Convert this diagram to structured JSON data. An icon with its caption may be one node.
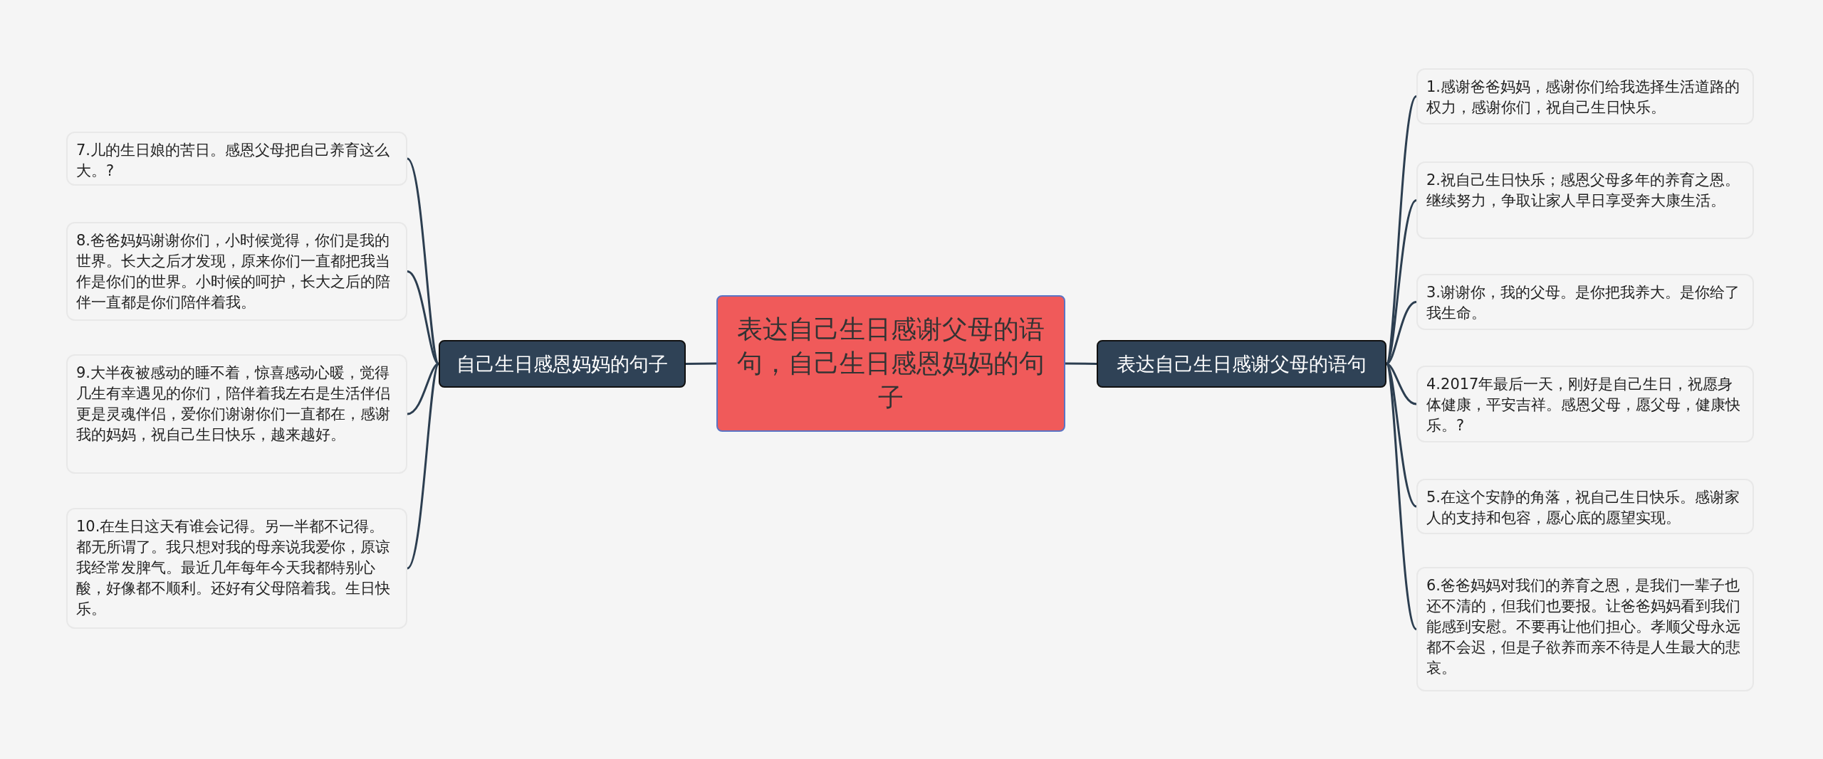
{
  "diagram": {
    "nodes": [
      {
        "text": [
          "表达自己生日感谢父母的语句，自己生日感恩妈妈的句子"
        ]
      },
      {
        "text": [
          "表达自己生日感谢父母的语句"
        ]
      },
      {
        "text": [
          "1.感谢爸爸妈妈，感谢你们给我选择生活道路的权力，感谢你们，祝自己生日快乐。"
        ]
      },
      {
        "text": [
          "2.祝自己生日快乐；感恩父母多年的养育之恩。继续努力，争取让家人早日享受奔大康生活。"
        ]
      },
      {
        "text": [
          "3.谢谢你，我的父母。是你把我养大。是你给了我生命。"
        ]
      },
      {
        "text": [
          "4.2017年最后一天，刚好是自己生日，祝愿身体健康，平安吉祥。感恩父母，愿父母，健康快乐。?"
        ]
      },
      {
        "text": [
          "5.在这个安静的角落，祝自己生日快乐。感谢家人的支持和包容，愿心底的愿望实现。"
        ]
      },
      {
        "text": [
          "6.爸爸妈妈对我们的养育之恩，是我们一辈子也还不清的，但我们也要报。让爸爸妈妈看到我们能感到安慰。不要再让他们担心。孝顺父母永远都不会迟，但是子欲养而亲不待是人生最大的悲哀。"
        ]
      },
      {
        "text": [
          "自己生日感恩妈妈的句子"
        ]
      },
      {
        "text": [
          "7.儿的生日娘的苦日。感恩父母把自己养育这么大。?"
        ]
      },
      {
        "text": [
          "8.爸爸妈妈谢谢你们，小时候觉得，你们是我的世界。长大之后才发现，原来你们一直都把我当作是你们的世界。小时候的呵护，长大之后的陪伴一直都是你们陪伴着我。"
        ]
      },
      {
        "text": [
          "9.大半夜被感动的睡不着，惊喜感动心暖，觉得几生有幸遇见的你们，陪伴着我左右是生活伴侣更是灵魂伴侣，爱你们谢谢你们一直都在，感谢我的妈妈，祝自己生日快乐，越来越好。"
        ]
      },
      {
        "text": [
          "10.在生日这天有谁会记得。另一半都不记得。都无所谓了。我只想对我的母亲说我爱你，原谅我经常发脾气。最近几年每年今天我都特别心酸，好像都不顺利。还好有父母陪着我。生日快乐。"
        ]
      }
    ],
    "edges": [
      {
        "from": 0,
        "to": 1,
        "arrow": "none"
      },
      {
        "from": 1,
        "to": 2,
        "arrow": "none"
      },
      {
        "from": 1,
        "to": 3,
        "arrow": "none"
      },
      {
        "from": 1,
        "to": 4,
        "arrow": "none"
      },
      {
        "from": 1,
        "to": 5,
        "arrow": "none"
      },
      {
        "from": 1,
        "to": 6,
        "arrow": "none"
      },
      {
        "from": 1,
        "to": 7,
        "arrow": "none"
      },
      {
        "from": 0,
        "to": 8,
        "arrow": "none"
      },
      {
        "from": 8,
        "to": 9,
        "arrow": "none"
      },
      {
        "from": 8,
        "to": 10,
        "arrow": "none"
      },
      {
        "from": 8,
        "to": 11,
        "arrow": "none"
      },
      {
        "from": 8,
        "to": 12,
        "arrow": "none"
      }
    ]
  }
}
